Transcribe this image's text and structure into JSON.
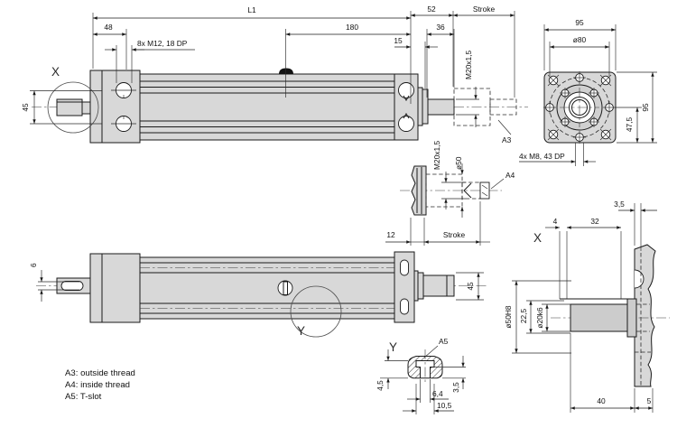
{
  "drawing": {
    "side_view": {
      "l1": "L1",
      "d48": "48",
      "holes_label": "8x M12, 18 DP",
      "d45": "45",
      "marker_x": "X",
      "d180": "180",
      "d15": "15",
      "d52": "52",
      "d36": "36",
      "stroke_label": "Stroke",
      "thread": "M20x1,5",
      "callout_a3": "A3"
    },
    "flange_view": {
      "width": "95",
      "bolt_circle": "ø80",
      "height": "95",
      "offset": "47,5",
      "holes_label": "4x M8, 43 DP"
    },
    "rod_detail": {
      "thread": "M20x1,5",
      "dia": "ø50",
      "callout_a4": "A4",
      "d12": "12",
      "stroke_label": "Stroke"
    },
    "bottom_view": {
      "d6": "6",
      "d45": "45",
      "marker_y": "Y"
    },
    "x_detail": {
      "marker": "X",
      "d35": "3,5",
      "d4": "4",
      "d32": "32",
      "dia50": "ø50H8",
      "d225": "22,5",
      "dia20": "ø20k6",
      "d40": "40",
      "d5": "5"
    },
    "y_detail": {
      "marker": "Y",
      "callout_a5": "A5",
      "d45": "4,5",
      "d35": "3,5",
      "d64": "6,4",
      "d105": "10,5"
    },
    "legend": {
      "line1": "A3: outside thread",
      "line2": "A4: inside thread",
      "line3": "A5: T-slot"
    },
    "colors": {
      "part_fill": "#d8d8d8",
      "line": "#1a1a1a"
    }
  }
}
